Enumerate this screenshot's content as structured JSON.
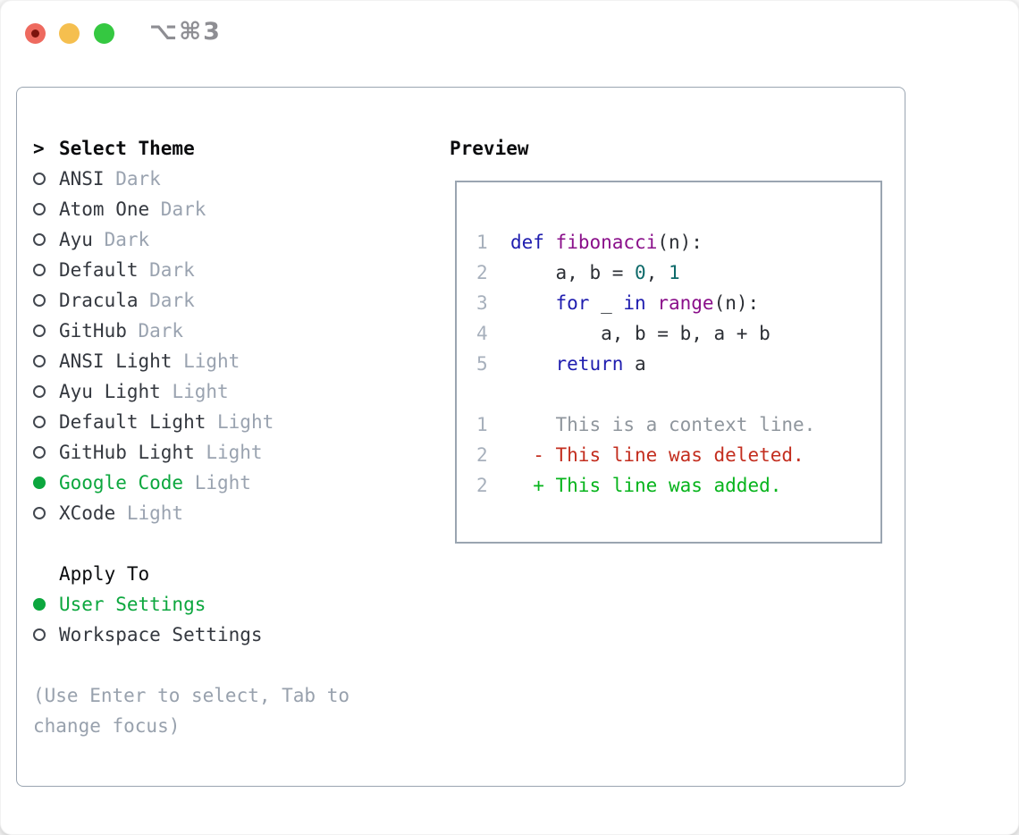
{
  "window": {
    "title": "⌥⌘3",
    "traffic_lights": [
      {
        "name": "close"
      },
      {
        "name": "minimize"
      },
      {
        "name": "zoom"
      }
    ]
  },
  "theme_panel": {
    "header_prefix": ">",
    "header": "Select Theme",
    "themes": [
      {
        "name": "ANSI",
        "variant": "Dark",
        "selected": false
      },
      {
        "name": "Atom One",
        "variant": "Dark",
        "selected": false
      },
      {
        "name": "Ayu",
        "variant": "Dark",
        "selected": false
      },
      {
        "name": "Default",
        "variant": "Dark",
        "selected": false
      },
      {
        "name": "Dracula",
        "variant": "Dark",
        "selected": false
      },
      {
        "name": "GitHub",
        "variant": "Dark",
        "selected": false
      },
      {
        "name": "ANSI Light",
        "variant": "Light",
        "selected": false
      },
      {
        "name": "Ayu Light",
        "variant": "Light",
        "selected": false
      },
      {
        "name": "Default Light",
        "variant": "Light",
        "selected": false
      },
      {
        "name": "GitHub Light",
        "variant": "Light",
        "selected": false
      },
      {
        "name": "Google Code",
        "variant": "Light",
        "selected": true
      },
      {
        "name": "XCode",
        "variant": "Light",
        "selected": false
      }
    ],
    "apply_to": {
      "header": "Apply To",
      "options": [
        {
          "label": "User Settings",
          "selected": true
        },
        {
          "label": "Workspace Settings",
          "selected": false
        }
      ]
    },
    "hint": "(Use Enter to select, Tab to change focus)"
  },
  "preview": {
    "header": "Preview",
    "lines": [
      {
        "num": "1",
        "tokens": [
          [
            "  ",
            "plain"
          ],
          [
            "def",
            "keyword"
          ],
          [
            " ",
            "plain"
          ],
          [
            "fibonacci",
            "function"
          ],
          [
            "(n):",
            "plain"
          ]
        ]
      },
      {
        "num": "2",
        "tokens": [
          [
            "      a, b = ",
            "plain"
          ],
          [
            "0",
            "literal"
          ],
          [
            ", ",
            "plain"
          ],
          [
            "1",
            "literal"
          ]
        ]
      },
      {
        "num": "3",
        "tokens": [
          [
            "      ",
            "plain"
          ],
          [
            "for",
            "keyword"
          ],
          [
            " _ ",
            "plain"
          ],
          [
            "in",
            "keyword"
          ],
          [
            " ",
            "plain"
          ],
          [
            "range",
            "function"
          ],
          [
            "(n):",
            "plain"
          ]
        ]
      },
      {
        "num": "4",
        "tokens": [
          [
            "          a, b = b, a + b",
            "plain"
          ]
        ]
      },
      {
        "num": "5",
        "tokens": [
          [
            "      ",
            "plain"
          ],
          [
            "return",
            "keyword"
          ],
          [
            " a",
            "plain"
          ]
        ]
      },
      {
        "num": "",
        "tokens": []
      },
      {
        "num": "1",
        "tokens": [
          [
            "      This is a context line.",
            "context"
          ]
        ]
      },
      {
        "num": "2",
        "tokens": [
          [
            "    - This line was deleted.",
            "deleted"
          ]
        ]
      },
      {
        "num": "2",
        "tokens": [
          [
            "    + This line was added.",
            "added"
          ]
        ]
      }
    ]
  },
  "colors": {
    "plain": "#2c2f35",
    "keyword": "#1f1daf",
    "function": "#8a0f8a",
    "literal": "#0e6a6a",
    "context": "#8f969d",
    "deleted": "#c32e1f",
    "added": "#07b41c",
    "line_number": "#a7b0bc",
    "selected_green": "#0ca73e",
    "muted": "#9aa3b0",
    "border": "#9aa5b1",
    "traffic_red": "#ee6a5f",
    "traffic_yellow": "#f5bf4f",
    "traffic_green": "#35c841",
    "title_gray": "#8e8e93"
  }
}
